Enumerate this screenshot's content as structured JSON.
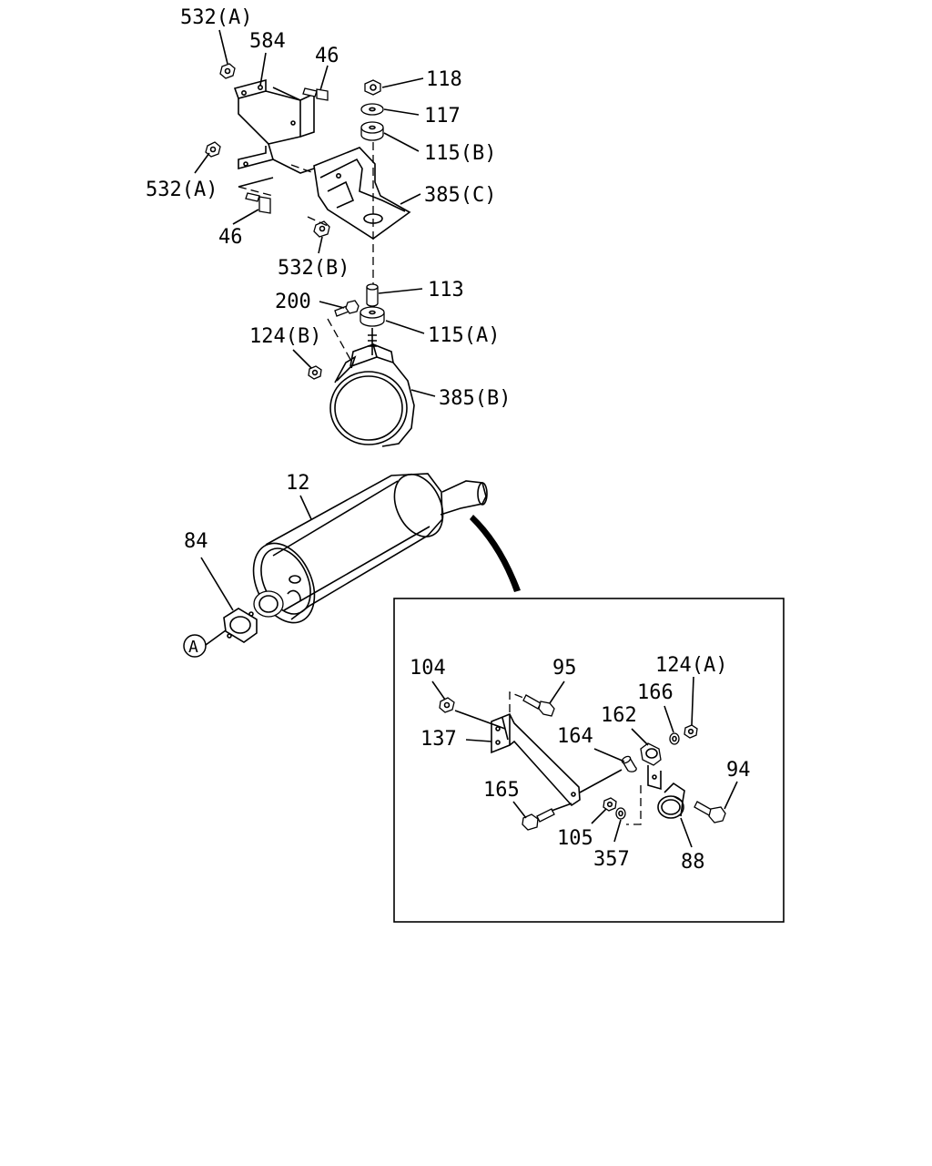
{
  "labels": {
    "p532a_top": "532(A)",
    "p584": "584",
    "p46_top": "46",
    "p118": "118",
    "p117": "117",
    "p115b": "115(B)",
    "p532a_left": "532(A)",
    "p385c": "385(C)",
    "p46_left": "46",
    "p532b": "532(B)",
    "p113": "113",
    "p200": "200",
    "p115a": "115(A)",
    "p124b": "124(B)",
    "p385b": "385(B)",
    "p12": "12",
    "p84": "84",
    "ref_a": "A",
    "p104": "104",
    "p95": "95",
    "p124a": "124(A)",
    "p166": "166",
    "p162": "162",
    "p137": "137",
    "p164": "164",
    "p94": "94",
    "p165": "165",
    "p105": "105",
    "p357": "357",
    "p88": "88"
  }
}
